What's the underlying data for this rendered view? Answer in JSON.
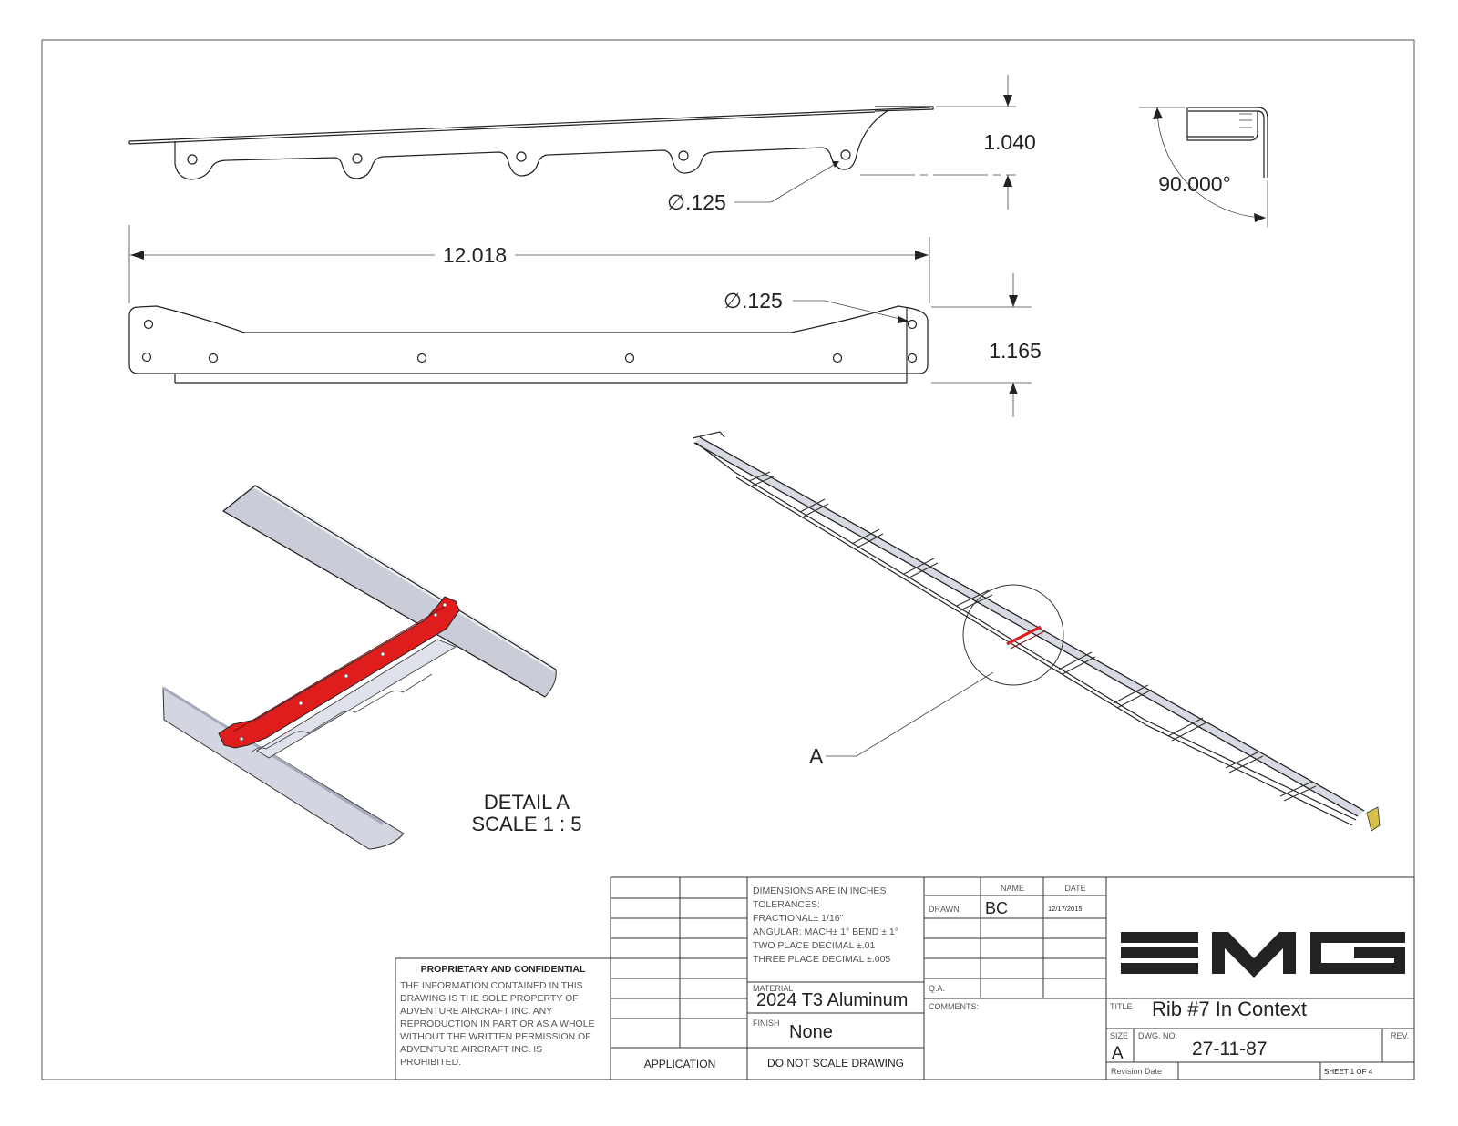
{
  "dimensions": {
    "height_top": "1.040",
    "hole_dia_top": "∅.125",
    "length": "12.018",
    "hole_dia_front": "∅.125",
    "height_front": "1.165",
    "angle": "90.000°"
  },
  "detail": {
    "label_line1": "DETAIL A",
    "label_line2": "SCALE 1 : 5",
    "callout": "A"
  },
  "colors": {
    "highlight_part": "#e01d1d",
    "tube": "#c9cdd8",
    "line": "#222222"
  },
  "proprietary": {
    "heading": "PROPRIETARY AND CONFIDENTIAL",
    "lines": [
      "THE INFORMATION CONTAINED IN THIS",
      "DRAWING IS THE SOLE PROPERTY OF",
      "ADVENTURE AIRCRAFT INC.  ANY",
      "REPRODUCTION IN PART OR AS A WHOLE",
      "WITHOUT THE WRITTEN PERMISSION OF",
      "ADVENTURE AIRCRAFT INC. IS",
      "PROHIBITED."
    ]
  },
  "application_label": "APPLICATION",
  "tolerances": {
    "lines": [
      "DIMENSIONS ARE IN INCHES",
      "TOLERANCES:",
      "FRACTIONAL± 1/16\"",
      "ANGULAR: MACH± 1° BEND ± 1°",
      "TWO PLACE DECIMAL    ±.01",
      "THREE PLACE DECIMAL  ±.005"
    ]
  },
  "material": {
    "label": "MATERIAL",
    "value": "2024 T3 Aluminum"
  },
  "finish": {
    "label": "FINISH",
    "value": "None"
  },
  "do_not_scale": "DO NOT SCALE DRAWING",
  "signoff": {
    "name_header": "NAME",
    "date_header": "DATE",
    "drawn_label": "DRAWN",
    "drawn_name": "BC",
    "drawn_date": "12/17/2015",
    "qa_label": "Q.A.",
    "comments_label": "COMMENTS:"
  },
  "title_block": {
    "logo": "EMG",
    "title_label": "TITLE",
    "title": "Rib #7 In Context",
    "size_label": "SIZE",
    "size": "A",
    "dwg_label": "DWG.  NO.",
    "dwg_no": "27-11-87",
    "rev_label": "REV.",
    "revision_date": "Revision Date",
    "sheet": "SHEET 1 OF 4"
  }
}
